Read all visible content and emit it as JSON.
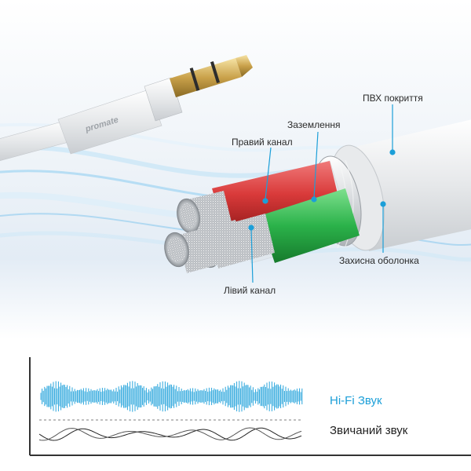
{
  "brand": "promate",
  "labels": {
    "pvc": "ПВХ покриття",
    "ground": "Заземлення",
    "right": "Правий канал",
    "shield": "Захисна оболонка",
    "left": "Лівий канал"
  },
  "sound": {
    "hifi": "Hi-Fi Звук",
    "normal": "Звичаний звук"
  },
  "colors": {
    "accent": "#1c9fd8",
    "red": "#d93a3a",
    "green": "#2bb24a",
    "cable": "#f1f2f3",
    "gold": "#c9a14a"
  }
}
